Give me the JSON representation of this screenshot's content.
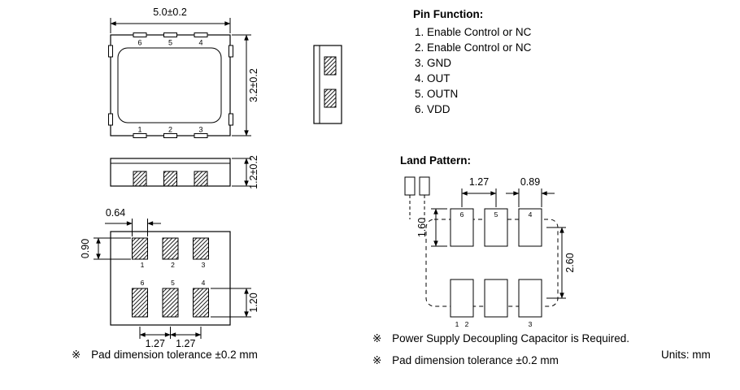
{
  "drawing": {
    "top_view": {
      "dim_width": "5.0±0.2",
      "dim_height": "3.2±0.2",
      "pins_top": [
        "6",
        "5",
        "4"
      ],
      "pins_bottom": [
        "1",
        "2",
        "3"
      ]
    },
    "side_view": {
      "dim_thickness": "1.2±0.2"
    },
    "bottom_view": {
      "dim_pad_width": "0.64",
      "dim_pad_height_row1": "0.90",
      "dim_pad_height_row2": "1.20",
      "dim_pitch_a": "1.27",
      "dim_pitch_b": "1.27",
      "pins_row1": [
        "1",
        "2",
        "3"
      ],
      "pins_row2": [
        "6",
        "5",
        "4"
      ]
    }
  },
  "pin_function": {
    "title": "Pin Function:",
    "items": [
      "1. Enable Control or NC",
      "2. Enable Control or NC",
      "3. GND",
      "4. OUT",
      "5. OUTN",
      "6. VDD"
    ]
  },
  "land_pattern": {
    "title": "Land Pattern:",
    "dim_pitch": "1.27",
    "dim_pad_width": "0.89",
    "dim_pad_height": "1.60",
    "dim_row_spacing": "2.60",
    "pads_top": [
      "6",
      "5",
      "4"
    ],
    "pads_bottom": [
      "1",
      "2",
      "3"
    ]
  },
  "notes": {
    "marker": "※",
    "left_tolerance": "Pad dimension tolerance ±0.2 mm",
    "decoupling": "Power Supply Decoupling Capacitor is Required.",
    "right_tolerance": "Pad dimension tolerance ±0.2 mm",
    "units": "Units: mm"
  },
  "colors": {
    "line": "#000000",
    "background": "#ffffff"
  }
}
